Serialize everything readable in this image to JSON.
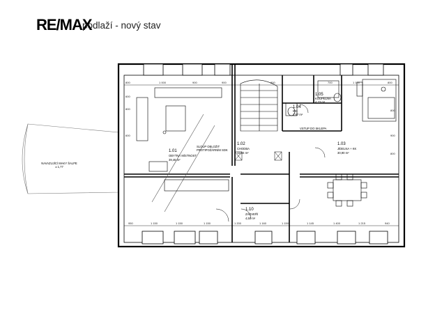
{
  "header": {
    "logo_text": "RE/MAX",
    "title": "podlaží - nový stav"
  },
  "rooms": [
    {
      "id": "1.01",
      "name": "OBYTNÁ MÍSTNOST",
      "area": "39,46 m²"
    },
    {
      "id": "1.02",
      "name": "CHODBA",
      "area": "12,34 m²"
    },
    {
      "id": "1.03",
      "name": "JÍDELNA + KK",
      "area": "30,90 m²"
    },
    {
      "id": "1.04",
      "name": "WC",
      "area": "1,67 m²"
    },
    {
      "id": "1.05",
      "name": "KOUPELNA",
      "area": "4,73 m²"
    },
    {
      "id": "1.10",
      "name": "ZÁDVEŘÍ",
      "area": "4,50 m²"
    }
  ],
  "notes": {
    "porch": "NAVAZUJÍCÍ MAKY ŠALPE\n± 1,77",
    "column": "SLOUP OBLOŽIT\nPROTIPOŽÁRNÍM SDK",
    "stair_access": "VSTUP DO SKLEPA"
  },
  "dimensions": {
    "top": [
      "800",
      "1 000",
      "900",
      "900",
      "800",
      "700",
      "1 100",
      "800"
    ],
    "bottom": [
      "950",
      "1 150",
      "1 150",
      "1 150",
      "1 200",
      "1 160",
      "1 150",
      "1 145",
      "1 400",
      "1 215",
      "940"
    ],
    "left": [
      "600",
      "800",
      "600"
    ],
    "right": [
      "800",
      "900",
      "800"
    ]
  },
  "colors": {
    "line": "#000000",
    "light": "#888888"
  }
}
